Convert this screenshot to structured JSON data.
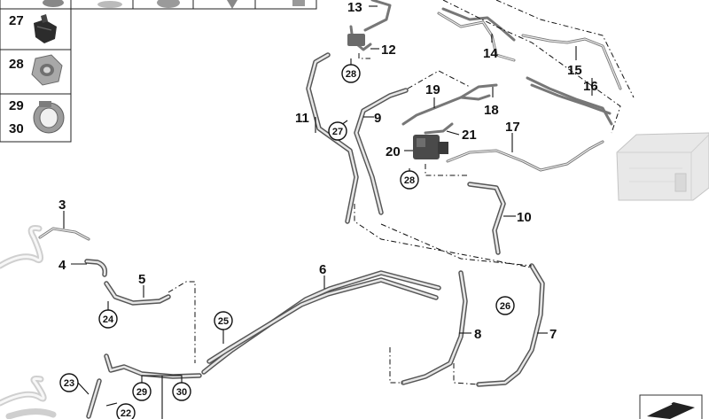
{
  "parts_panel": {
    "items": [
      {
        "id": "27",
        "label": "27",
        "icon": "clip-icon"
      },
      {
        "id": "28",
        "label": "28",
        "icon": "hex-nut-icon"
      },
      {
        "id": "29",
        "label": "29",
        "label2": "30",
        "icon": "clamp-ring-icon"
      }
    ]
  },
  "callouts": [
    {
      "id": "c1",
      "label": "3"
    },
    {
      "id": "c2",
      "label": "4"
    },
    {
      "id": "c3",
      "label": "5"
    },
    {
      "id": "c4",
      "label": "6"
    },
    {
      "id": "c5",
      "label": "7"
    },
    {
      "id": "c6",
      "label": "8"
    },
    {
      "id": "c7",
      "label": "9"
    },
    {
      "id": "c8",
      "label": "10"
    },
    {
      "id": "c9",
      "label": "11"
    },
    {
      "id": "c10",
      "label": "12"
    },
    {
      "id": "c11",
      "label": "13"
    },
    {
      "id": "c12",
      "label": "14"
    },
    {
      "id": "c13",
      "label": "15"
    },
    {
      "id": "c14",
      "label": "16"
    },
    {
      "id": "c15",
      "label": "17"
    },
    {
      "id": "c16",
      "label": "18"
    },
    {
      "id": "c17",
      "label": "19"
    },
    {
      "id": "c18",
      "label": "20"
    },
    {
      "id": "c19",
      "label": "21"
    }
  ],
  "circled_refs": [
    {
      "id": "r1",
      "label": "28"
    },
    {
      "id": "r2",
      "label": "27"
    },
    {
      "id": "r3",
      "label": "28"
    },
    {
      "id": "r4",
      "label": "26"
    },
    {
      "id": "r5",
      "label": "25"
    },
    {
      "id": "r6",
      "label": "24"
    },
    {
      "id": "r7",
      "label": "23"
    },
    {
      "id": "r8",
      "label": "22"
    },
    {
      "id": "r9",
      "label": "29"
    },
    {
      "id": "r10",
      "label": "30"
    }
  ],
  "colors": {
    "line": "#111111",
    "hose": "#555555",
    "ghost": "#cfcfcf",
    "background": "#ffffff"
  },
  "corner_icon": "diagram-symbol-icon"
}
